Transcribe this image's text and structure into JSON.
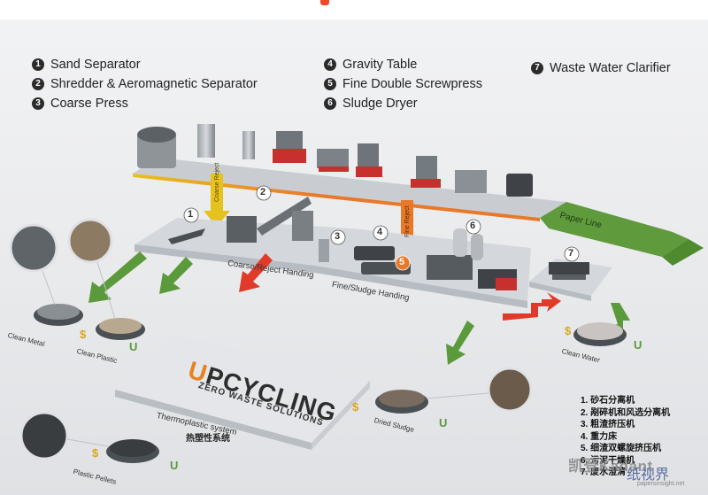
{
  "legend": {
    "items": [
      {
        "num": "1",
        "label": "Sand Separator"
      },
      {
        "num": "2",
        "label": "Shredder & Aeromagnetic Separator"
      },
      {
        "num": "3",
        "label": "Coarse Press"
      },
      {
        "num": "4",
        "label": "Gravity Table"
      },
      {
        "num": "5",
        "label": "Fine Double Screwpress"
      },
      {
        "num": "6",
        "label": "Sludge Dryer"
      },
      {
        "num": "7",
        "label": "Waste Water Clarifier"
      }
    ]
  },
  "lines": {
    "paper_line": "Paper Line",
    "coarse_reject": "Coarse Reject",
    "fine_reject": "Fine Reject"
  },
  "platforms": {
    "coarse_handling": "Coarse/Reject Handing",
    "fine_handling": "Fine/Sludge Handing",
    "thermoplastic_en": "Thermoplastic system",
    "thermoplastic_cn": "热塑性系统"
  },
  "logo": {
    "brand_u": "U",
    "brand_rest": "PCYCLING",
    "tagline": "ZERO WASTE SOLUTIONS"
  },
  "outputs": {
    "clean_metal": "Clean Metal",
    "clean_plastic": "Clean Plastic",
    "clean_water": "Clean Water",
    "dried_sludge": "Dried Sludge",
    "plastic_pellets": "Plastic Pellets"
  },
  "markers": [
    "1",
    "2",
    "3",
    "4",
    "5",
    "6",
    "7"
  ],
  "cn_list": [
    "1. 砂石分离机",
    "2. 剐碎机和风选分离机",
    "3. 粗渣挤压机",
    "4. 重力床",
    "5. 细渣双螺旋挤压机",
    "6. 污泥干燥机",
    "7. 废水澄清"
  ],
  "watermark": {
    "company": "凯登Kadant",
    "site_cn": "纸视界",
    "site_url": "papersinsight.net"
  },
  "colors": {
    "yellow_line": "#e6c21f",
    "orange_line": "#e8782a",
    "green_line": "#5f9a3c",
    "green_arrow": "#5a9a3a",
    "red_arrow": "#e23a2a",
    "platform": "#d4d8dd"
  }
}
